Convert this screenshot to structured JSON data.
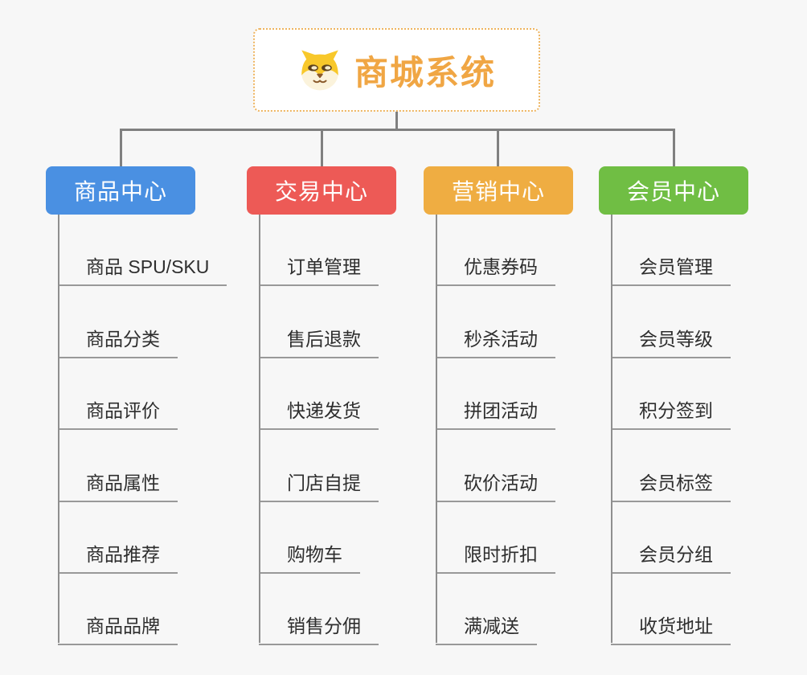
{
  "root": {
    "title": "商城系统",
    "icon": "dog-face-icon"
  },
  "colors": {
    "background": "#f7f7f7",
    "root_text": "#f0a644",
    "root_border": "#eeb45f",
    "connector": "#808080",
    "leaf_text": "#2e2e2e",
    "leaf_line": "#999999"
  },
  "branches": [
    {
      "label": "商品中心",
      "color": "#4A90E2",
      "children": [
        "商品 SPU/SKU",
        "商品分类",
        "商品评价",
        "商品属性",
        "商品推荐",
        "商品品牌"
      ]
    },
    {
      "label": "交易中心",
      "color": "#ED5A56",
      "children": [
        "订单管理",
        "售后退款",
        "快递发货",
        "门店自提",
        "购物车",
        "销售分佣"
      ]
    },
    {
      "label": "营销中心",
      "color": "#EFAD42",
      "children": [
        "优惠券码",
        "秒杀活动",
        "拼团活动",
        "砍价活动",
        "限时折扣",
        "满减送"
      ]
    },
    {
      "label": "会员中心",
      "color": "#70BE44",
      "children": [
        "会员管理",
        "会员等级",
        "积分签到",
        "会员标签",
        "会员分组",
        "收货地址"
      ]
    }
  ]
}
